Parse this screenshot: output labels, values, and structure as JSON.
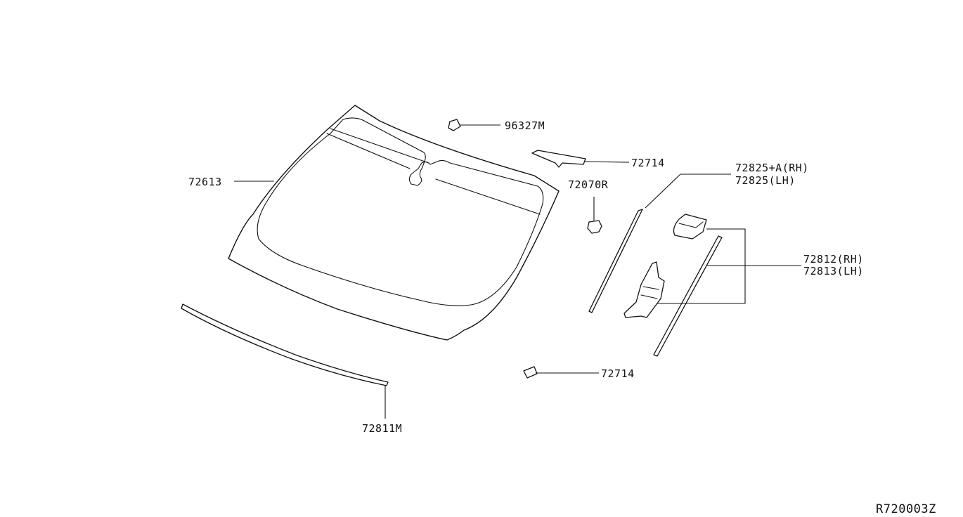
{
  "diagram": {
    "reference_code": "R720003Z",
    "labels": {
      "part_96327M": "96327M",
      "part_72714_top": "72714",
      "part_72613": "72613",
      "part_72070R": "72070R",
      "part_72825A_rh": "72825+A(RH)",
      "part_72825_lh": "72825(LH)",
      "part_72812_rh": "72812(RH)",
      "part_72813_lh": "72813(LH)",
      "part_72714_bottom": "72714",
      "part_72811M": "72811M"
    }
  }
}
